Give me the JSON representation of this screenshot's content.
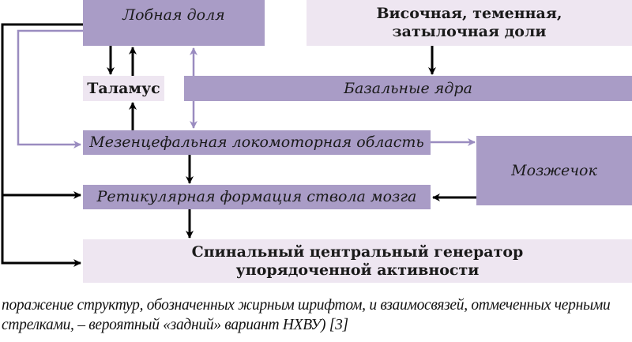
{
  "nodes": {
    "frontal": "Лобная доля",
    "temporal": "Височная, теменная, затылочная доли",
    "thalamus": "Таламус",
    "basal": "Базальные ядра",
    "mesencephalic": "Мезенцефальная локомоторная область",
    "cerebellum": "Мозжечок",
    "reticular": "Ретикулярная формация ствола мозга",
    "spinal": "Спинальный центральный генератор упорядоченной активности"
  },
  "caption": "поражение структур, обозначенных жирным шрифтом, и взаимосвязей, отмеченных черными стрелками, – вероятный «задний» вариант НХВУ) [3]",
  "colors": {
    "dark": "#a99cc6",
    "light": "#eee6f1",
    "purple_arrow": "#9a8cc0",
    "black_arrow": "#000000"
  }
}
